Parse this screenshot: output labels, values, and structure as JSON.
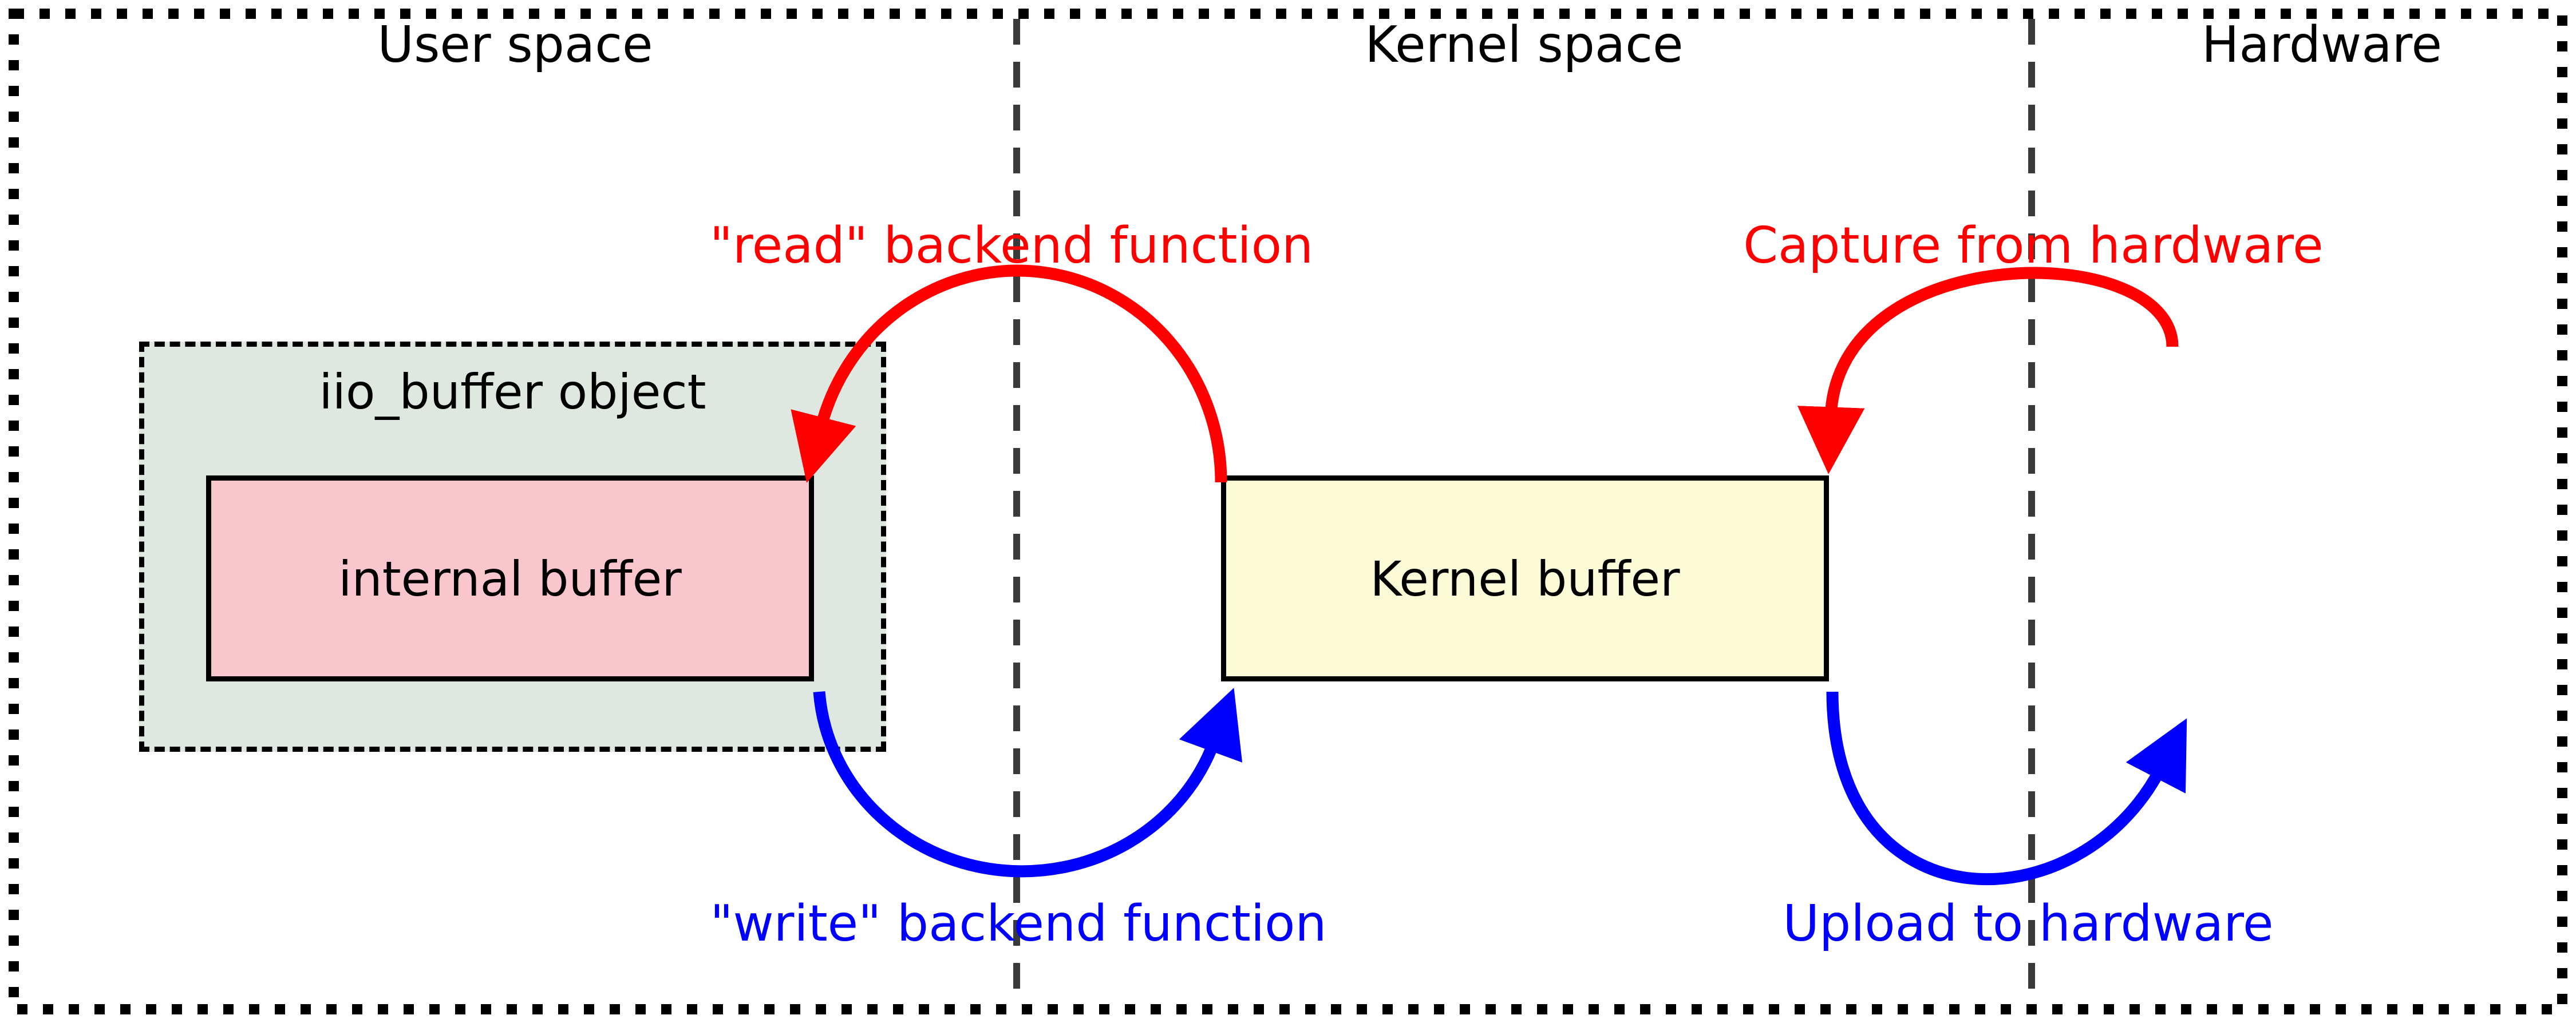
{
  "diagram": {
    "sections": [
      {
        "label": "User space"
      },
      {
        "label": "Kernel space"
      },
      {
        "label": "Hardware"
      }
    ],
    "boxes": {
      "iio_buffer": {
        "label": "iio_buffer object"
      },
      "internal": {
        "label": "internal buffer"
      },
      "kernel": {
        "label": "Kernel buffer"
      }
    },
    "arrows": {
      "read": {
        "label": "\"read\" backend function",
        "color": "#ff0000"
      },
      "write": {
        "label": "\"write\" backend function",
        "color": "#0000ff"
      },
      "capture": {
        "label": "Capture from hardware",
        "color": "#ff0000"
      },
      "upload": {
        "label": "Upload to hardware",
        "color": "#0000ff"
      }
    },
    "colors": {
      "outline": "#000000",
      "separator": "#3a3a3a",
      "iio_fill": "#dfe8e0",
      "internal_fill": "#f9c6ce",
      "kernel_fill": "#fbfbd8",
      "red": "#ff0000",
      "blue": "#0000ff"
    }
  }
}
